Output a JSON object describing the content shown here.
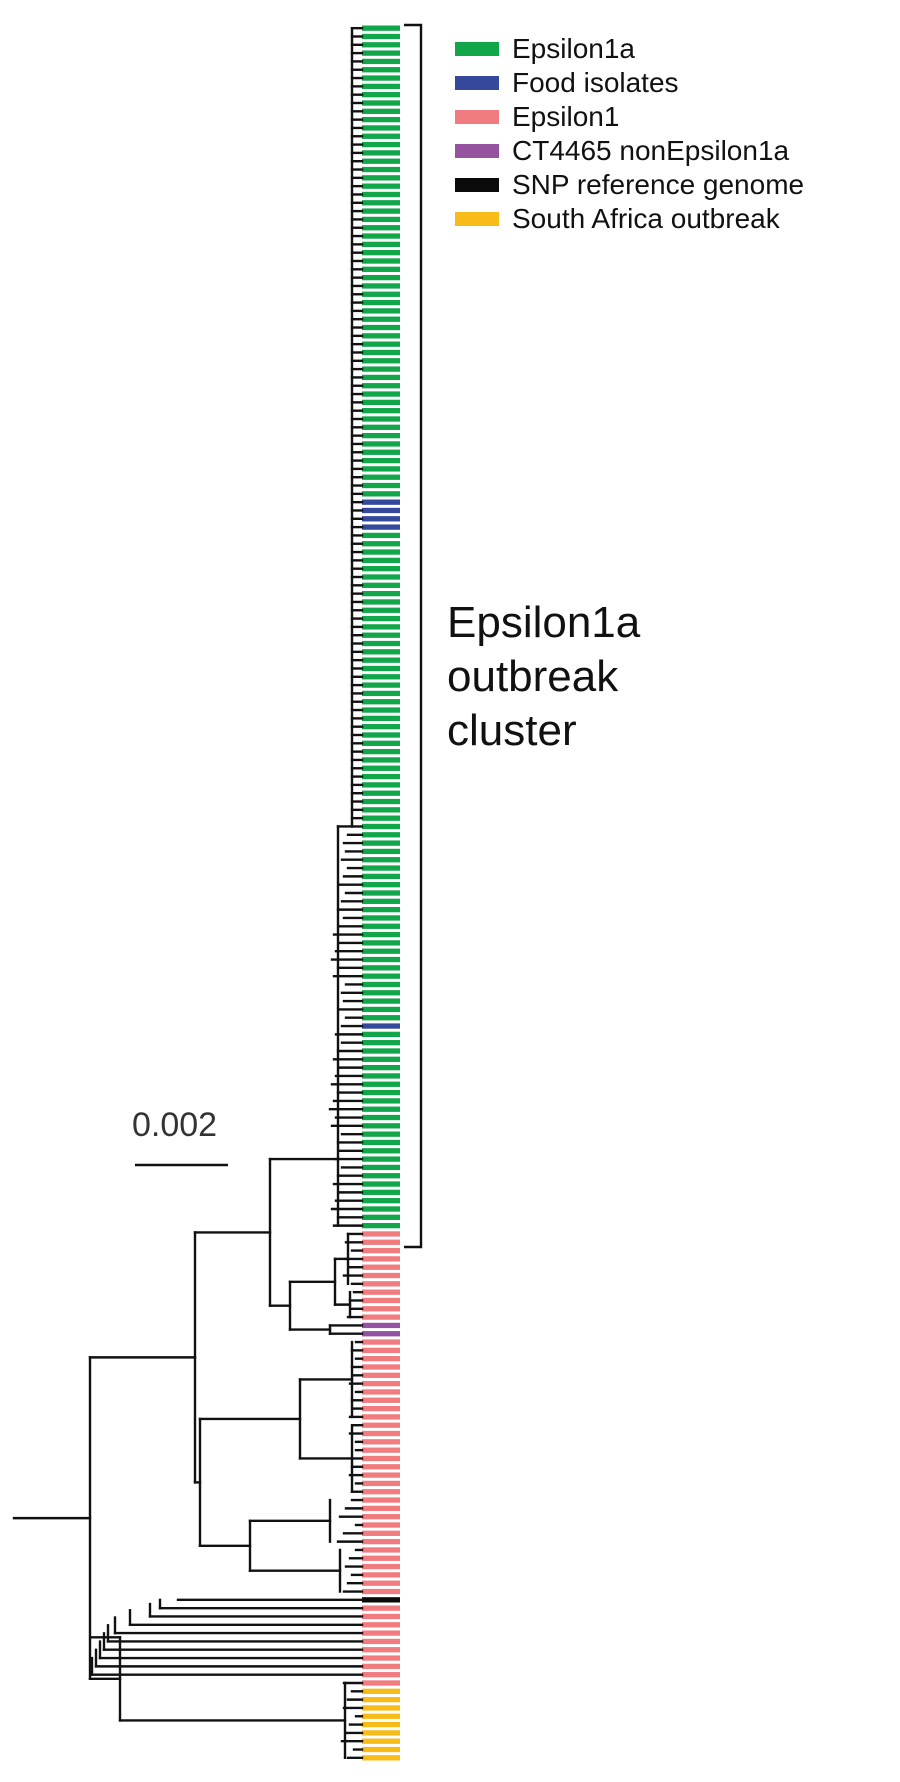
{
  "legend": {
    "items": [
      {
        "key": "epsilon1a",
        "label": "Epsilon1a",
        "color": "#12a64a"
      },
      {
        "key": "food",
        "label": "Food isolates",
        "color": "#34489c"
      },
      {
        "key": "epsilon1",
        "label": "Epsilon1",
        "color": "#f07c80"
      },
      {
        "key": "ct4465",
        "label": "CT4465 nonEpsilon1a",
        "color": "#94539e"
      },
      {
        "key": "snp",
        "label": "SNP reference genome",
        "color": "#0a0a0a"
      },
      {
        "key": "southafrica",
        "label": "South Africa outbreak",
        "color": "#f8bc1a"
      }
    ]
  },
  "cluster_label": {
    "line1": "Epsilon1a",
    "line2": "outbreak",
    "line3": "cluster"
  },
  "scale_bar": {
    "label": "0.002"
  },
  "tip_strip": [
    {
      "category": "epsilon1a",
      "count": 57
    },
    {
      "category": "food",
      "count": 4
    },
    {
      "category": "epsilon1a",
      "count": 59
    },
    {
      "category": "food",
      "count": 1
    },
    {
      "category": "epsilon1a",
      "count": 24
    },
    {
      "category": "epsilon1",
      "count": 11
    },
    {
      "category": "ct4465",
      "count": 2
    },
    {
      "category": "epsilon1",
      "count": 31
    },
    {
      "category": "snp",
      "count": 1
    },
    {
      "category": "epsilon1",
      "count": 10
    },
    {
      "category": "southafrica",
      "count": 9
    }
  ]
}
